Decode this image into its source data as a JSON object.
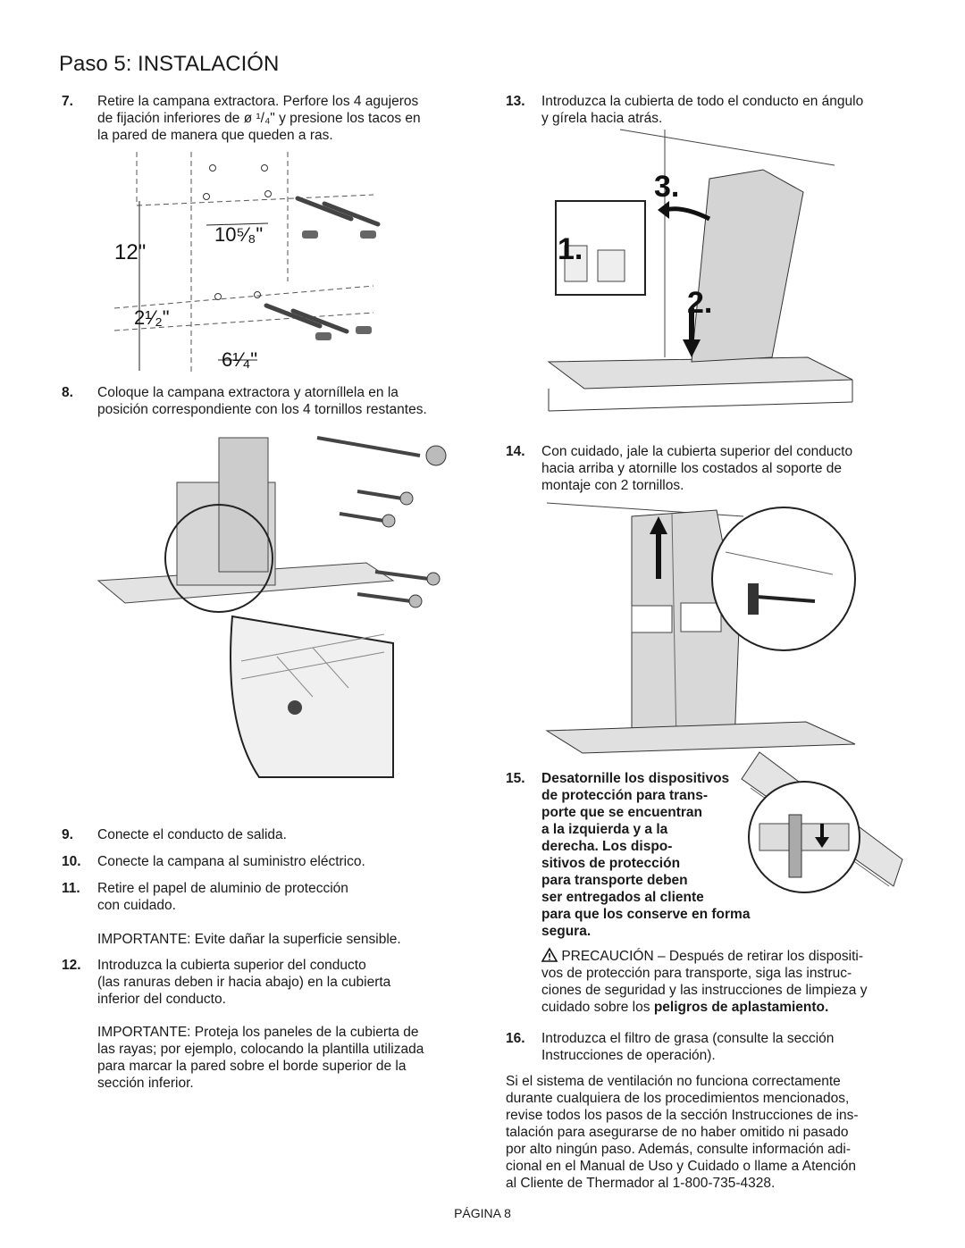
{
  "title": "Paso 5: INSTALACIÓN",
  "steps": {
    "s7": {
      "num": "7.",
      "text": [
        "Retire la campana extractora. Perfore los 4 agujeros",
        "de fijación inferiores de ø ¹/₄\" y presione los tacos en",
        "la pared de manera que queden a ras."
      ]
    },
    "s8": {
      "num": "8.",
      "text": [
        "Coloque la campana extractora y atorníllela en la",
        "posición correspondiente con los 4 tornillos restantes."
      ]
    },
    "s9": {
      "num": "9.",
      "text": "Conecte el conducto de salida."
    },
    "s10": {
      "num": "10.",
      "text": "Conecte la campana al suministro eléctrico."
    },
    "s11": {
      "num": "11.",
      "text": [
        "Retire el papel de aluminio de protección",
        "con cuidado."
      ]
    },
    "s11_note": "IMPORTANTE: Evite dañar la superficie sensible.",
    "s12": {
      "num": "12.",
      "text": [
        "Introduzca la cubierta superior del conducto",
        "(las ranuras deben ir hacia abajo) en la cubierta",
        "inferior del conducto."
      ]
    },
    "s12_note": [
      "IMPORTANTE: Proteja los paneles de la cubierta de",
      "las rayas; por ejemplo, colocando la plantilla utilizada",
      "para marcar la pared sobre el borde superior de la",
      "sección inferior."
    ],
    "s13": {
      "num": "13.",
      "text": [
        "Introduzca la cubierta de todo el conducto en ángulo",
        "y gírela hacia atrás."
      ]
    },
    "s14": {
      "num": "14.",
      "text": [
        "Con cuidado, jale la cubierta superior del conducto",
        "hacia arriba y atornille los costados al soporte de",
        "montaje con 2 tornillos."
      ]
    },
    "s15": {
      "num": "15.",
      "text": [
        "Desatornille los dispositivos",
        "de protección para trans-",
        "porte que se encuentran",
        "a la izquierda y a la",
        "derecha. Los dispo-",
        "sitivos de protección",
        "para transporte deben",
        "ser entregados al cliente",
        "para que los conserve en forma",
        "segura."
      ]
    },
    "s15_caution": [
      "PRECAUCIÓN – Después de retirar los dispositi-",
      "vos de protección para transporte, siga las instruc-",
      "ciones de seguridad y las instrucciones de limpieza y",
      "cuidado sobre los "
    ],
    "s15_caution_bold": "peligros de aplastamiento.",
    "s16": {
      "num": "16.",
      "text": [
        "Introduzca el filtro de grasa (consulte la sección",
        "Instrucciones de operación)."
      ]
    },
    "closing": [
      "Si el sistema de ventilación no funciona correctamente",
      "durante cualquiera de los procedimientos mencionados,",
      "revise todos los pasos de la sección Instrucciones de ins-",
      "talación para asegurarse de no haber omitido ni pasado",
      "por alto ningún paso. Además, consulte información adi-",
      "cional en el Manual de Uso y Cuidado o llame a Atención",
      "al Cliente de Thermador al 1-800-735-4328."
    ]
  },
  "diagram_labels": {
    "d12": "12\"",
    "d10": "10⁵⁄₈\"",
    "d2": "2¹⁄₂\"",
    "d6": "6¹⁄₄\"",
    "n1": "1.",
    "n2": "2.",
    "n3": "3."
  },
  "footer": "PÁGINA 8"
}
